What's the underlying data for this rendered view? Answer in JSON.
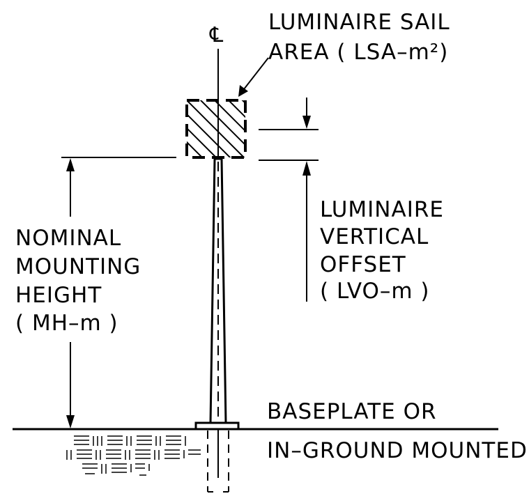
{
  "centerline_symbol": "℄",
  "sail_label": {
    "line1": "LUMINAIRE SAIL",
    "line2": "AREA ( LSA–m²)"
  },
  "mounting_height_label": {
    "line1": "NOMINAL",
    "line2": "MOUNTING",
    "line3": "HEIGHT",
    "line4": "( MH–m )"
  },
  "vertical_offset_label": {
    "line1": "LUMINAIRE",
    "line2": "VERTICAL",
    "line3": "OFFSET",
    "line4": "( LVO–m )"
  },
  "base_label": {
    "line1": "BASEPLATE OR",
    "line2": "IN–GROUND MOUNTED"
  }
}
